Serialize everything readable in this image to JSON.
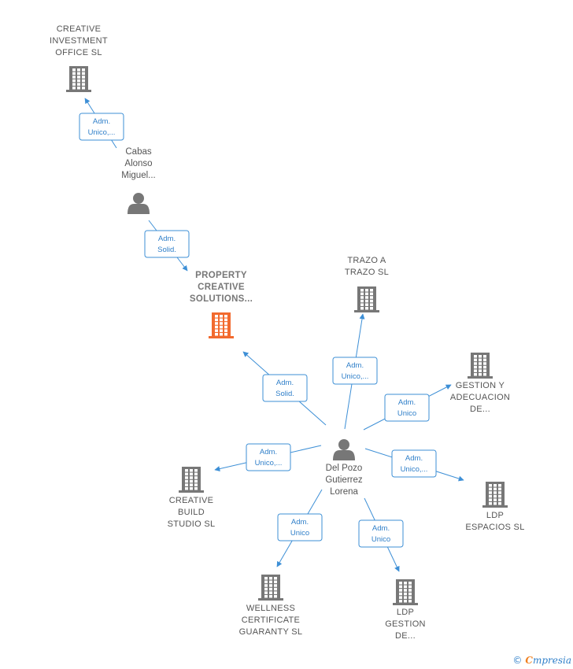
{
  "colors": {
    "edge": "#3d8fd6",
    "building": "#777777",
    "building_main": "#f26a2e",
    "person": "#777777"
  },
  "companies": [
    {
      "id": "creative-investment",
      "lines": [
        "CREATIVE",
        "INVESTMENT",
        "OFFICE  SL"
      ],
      "main": false
    },
    {
      "id": "property-creative",
      "lines": [
        "PROPERTY",
        "CREATIVE",
        "SOLUTIONS..."
      ],
      "main": true
    },
    {
      "id": "trazo-a-trazo",
      "lines": [
        "TRAZO A",
        "TRAZO  SL"
      ],
      "main": false
    },
    {
      "id": "gestion-adecuacion",
      "lines": [
        "GESTION Y",
        "ADECUACION",
        "DE..."
      ],
      "main": false
    },
    {
      "id": "creative-build",
      "lines": [
        "CREATIVE",
        "BUILD",
        "STUDIO  SL"
      ],
      "main": false
    },
    {
      "id": "ldp-espacios",
      "lines": [
        "LDP",
        "ESPACIOS  SL"
      ],
      "main": false
    },
    {
      "id": "wellness-certificate",
      "lines": [
        "WELLNESS",
        "CERTIFICATE",
        "GUARANTY  SL"
      ],
      "main": false
    },
    {
      "id": "ldp-gestion",
      "lines": [
        "LDP",
        "GESTION",
        "DE..."
      ],
      "main": false
    }
  ],
  "persons": [
    {
      "id": "cabas-alonso",
      "lines": [
        "Cabas",
        "Alonso",
        "Miguel..."
      ]
    },
    {
      "id": "del-pozo",
      "lines": [
        "Del Pozo",
        "Gutierrez",
        "Lorena"
      ]
    }
  ],
  "relations": [
    {
      "from": "cabas-alonso",
      "to": "creative-investment",
      "lines": [
        "Adm.",
        "Unico,..."
      ]
    },
    {
      "from": "cabas-alonso",
      "to": "property-creative",
      "lines": [
        "Adm.",
        "Solid."
      ]
    },
    {
      "from": "del-pozo",
      "to": "property-creative",
      "lines": [
        "Adm.",
        "Solid."
      ]
    },
    {
      "from": "del-pozo",
      "to": "trazo-a-trazo",
      "lines": [
        "Adm.",
        "Unico,..."
      ]
    },
    {
      "from": "del-pozo",
      "to": "gestion-adecuacion",
      "lines": [
        "Adm.",
        "Unico"
      ]
    },
    {
      "from": "del-pozo",
      "to": "creative-build",
      "lines": [
        "Adm.",
        "Unico,..."
      ]
    },
    {
      "from": "del-pozo",
      "to": "ldp-espacios",
      "lines": [
        "Adm.",
        "Unico,..."
      ]
    },
    {
      "from": "del-pozo",
      "to": "wellness-certificate",
      "lines": [
        "Adm.",
        "Unico"
      ]
    },
    {
      "from": "del-pozo",
      "to": "ldp-gestion",
      "lines": [
        "Adm.",
        "Unico"
      ]
    }
  ],
  "brand": {
    "copyright": "©",
    "initial": "C",
    "rest": "mpresia"
  }
}
